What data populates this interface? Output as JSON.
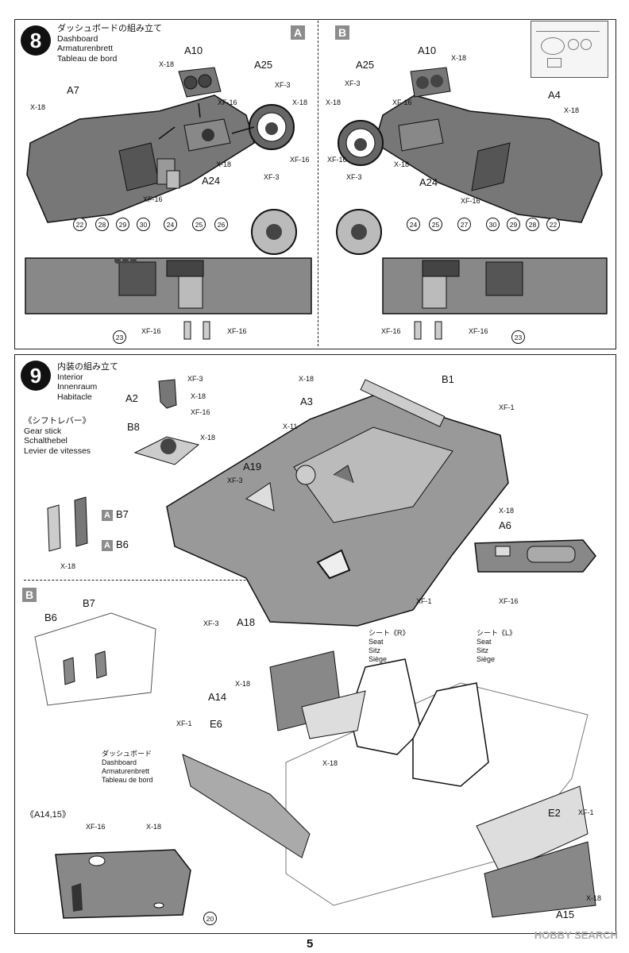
{
  "step8": {
    "number": "8",
    "title_jp": "ダッシュボードの組み立て",
    "title_en": "Dashboard",
    "title_de": "Armaturenbrett",
    "title_fr": "Tableau de bord",
    "variant_a": "A",
    "variant_b": "B",
    "left": {
      "a10": "A10",
      "a7": "A7",
      "a25": "A25",
      "a24": "A24",
      "x18": "X-18",
      "xf16": "XF-16",
      "xf3": "XF-3"
    },
    "right": {
      "a10": "A10",
      "a25": "A25",
      "a4": "A4",
      "a24": "A24",
      "x18": "X-18",
      "xf16": "XF-16",
      "xf3": "XF-3"
    },
    "decals_left": [
      "22",
      "28",
      "29",
      "30",
      "24",
      "25",
      "26"
    ],
    "decals_right": [
      "24",
      "25",
      "27",
      "30",
      "29",
      "28",
      "22"
    ],
    "decal_bottom": "23"
  },
  "step9": {
    "number": "9",
    "title_jp": "内装の組み立て",
    "title_en": "Interior",
    "title_de": "Innenraum",
    "title_fr": "Habitacle",
    "shift_jp": "《シフトレバー》",
    "shift_en": "Gear stick",
    "shift_de": "Schalthebel",
    "shift_fr": "Levier de vitesses",
    "parts": {
      "a2": "A2",
      "b8": "B8",
      "a3": "A3",
      "b1": "B1",
      "a19": "A19",
      "b7": "B7",
      "b6": "B6",
      "a6": "A6",
      "a18": "A18",
      "a14": "A14",
      "e6": "E6",
      "e2": "E2",
      "a15": "A15"
    },
    "paints": {
      "xf3": "XF-3",
      "x18": "X-18",
      "xf16": "XF-16",
      "x11": "X-11",
      "xf1": "XF-1"
    },
    "variant_b": "B",
    "seat_r_jp": "シート《R》",
    "seat_l_jp": "シート《L》",
    "seat_en": "Seat",
    "seat_de": "Sitz",
    "seat_fr": "Siège",
    "dash_jp": "ダッシュボード",
    "dash_en": "Dashboard",
    "dash_de": "Armaturenbrett",
    "dash_fr": "Tableau de bord",
    "door_label": "《A14,15》",
    "decal_door": "20"
  },
  "page_number": "5",
  "watermark": "HOBBY SEARCH"
}
